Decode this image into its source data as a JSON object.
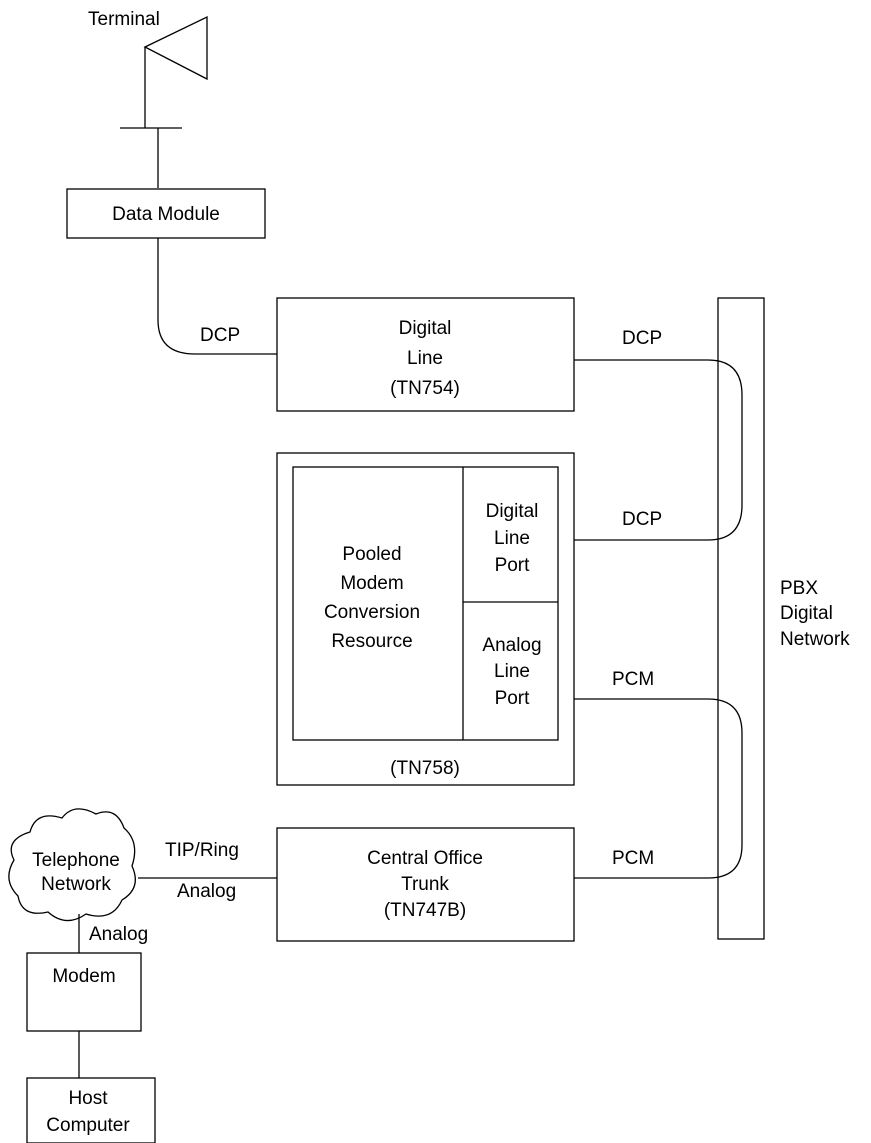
{
  "terminal": {
    "label": "Terminal"
  },
  "data_module": {
    "label": "Data Module"
  },
  "digital_line": {
    "line1": "Digital",
    "line2": "Line",
    "line3": "(TN754)"
  },
  "pooled_modem": {
    "resource": [
      "Pooled",
      "Modem",
      "Conversion",
      "Resource"
    ],
    "digital_port": [
      "Digital",
      "Line",
      "Port"
    ],
    "analog_port": [
      "Analog",
      "Line",
      "Port"
    ],
    "card": "(TN758)"
  },
  "co_trunk": {
    "line1": "Central Office",
    "line2": "Trunk",
    "line3": "(TN747B)"
  },
  "pbx": {
    "line1": "PBX",
    "line2": "Digital",
    "line3": "Network"
  },
  "telephone_network": {
    "line1": "Telephone",
    "line2": "Network"
  },
  "modem": {
    "label": "Modem"
  },
  "host": {
    "line1": "Host",
    "line2": "Computer"
  },
  "links": {
    "dcp_module_to_line": "DCP",
    "dcp_line_to_pbx": "DCP",
    "dcp_port_to_pbx": "DCP",
    "pcm_port_to_pbx": "PCM",
    "pcm_trunk_to_pbx": "PCM",
    "tip_ring": "TIP/Ring",
    "analog_trunk": "Analog",
    "analog_modem": "Analog"
  }
}
